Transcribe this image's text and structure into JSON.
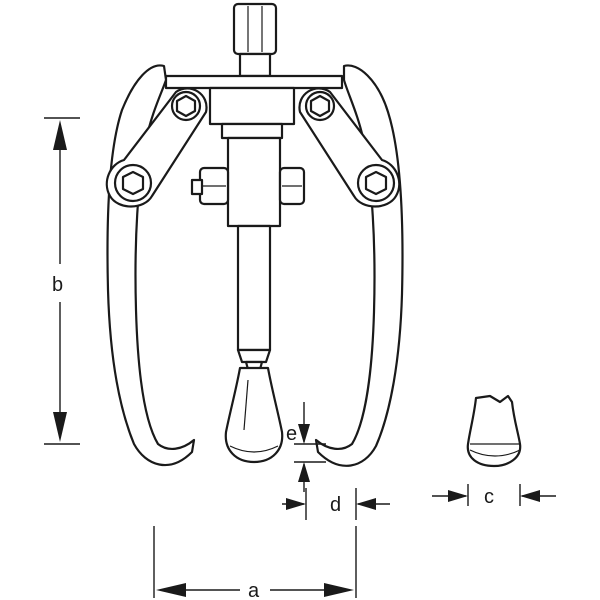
{
  "labels": {
    "a": "a",
    "b": "b",
    "c": "c",
    "d": "d",
    "e": "e"
  },
  "colors": {
    "line": "#1a1a1a",
    "background": "#ffffff"
  }
}
